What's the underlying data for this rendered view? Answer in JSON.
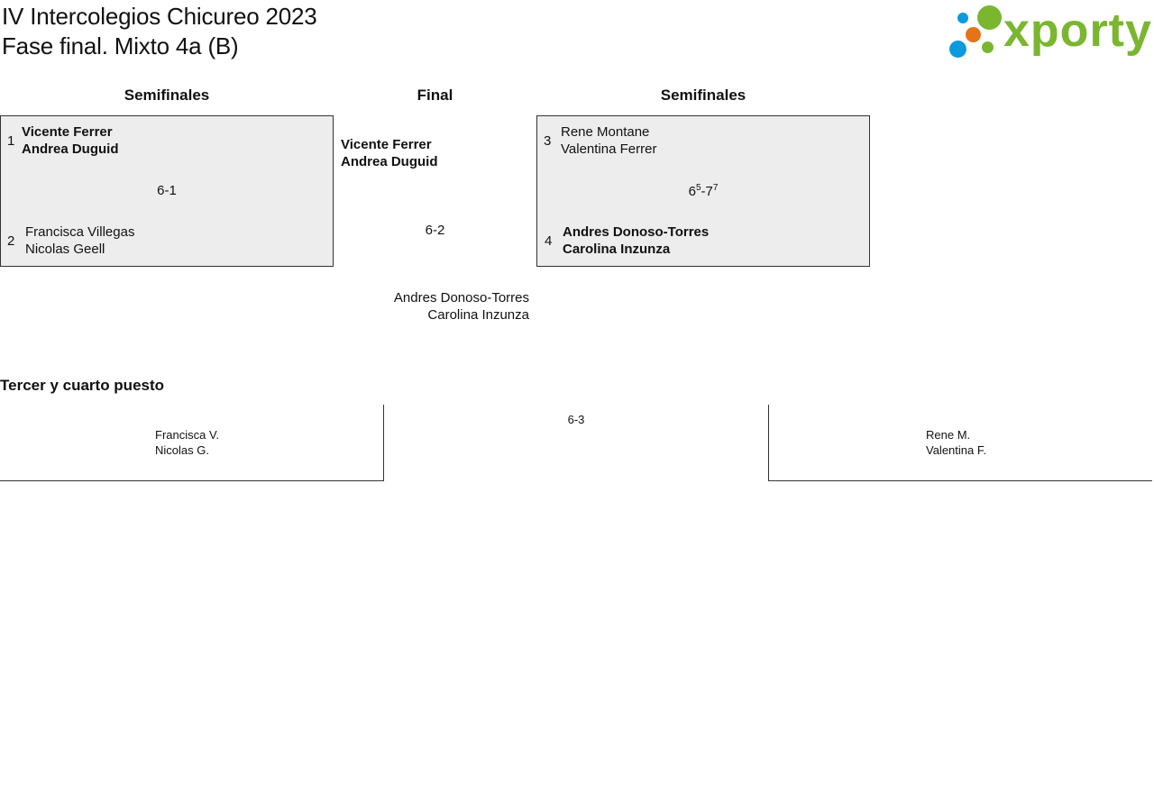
{
  "header": {
    "title_line1": "IV Intercolegios Chicureo 2023",
    "title_line2": "Fase final. Mixto 4a (B)",
    "logo_text": "xporty",
    "logo_colors": {
      "green": "#7ab630",
      "blue": "#0c9ade",
      "orange": "#e5731a"
    }
  },
  "columns": {
    "left_semis": "Semifinales",
    "final": "Final",
    "right_semis": "Semifinales"
  },
  "semifinal_left": {
    "top": {
      "seed": "1",
      "player1": "Vicente Ferrer",
      "player2": "Andrea Duguid",
      "winner": true
    },
    "score": "6-1",
    "bottom": {
      "seed": "2",
      "player1": "Francisca Villegas",
      "player2": "Nicolas Geell",
      "winner": false
    }
  },
  "semifinal_right": {
    "top": {
      "seed": "3",
      "player1": "Rene Montane",
      "player2": "Valentina Ferrer",
      "winner": false
    },
    "score": {
      "set1": "6",
      "set1_tb": "5",
      "sep": "-",
      "set2": "7",
      "set2_tb": "7"
    },
    "bottom": {
      "seed": "4",
      "player1": "Andres Donoso-Torres",
      "player2": "Carolina Inzunza",
      "winner": true
    }
  },
  "final": {
    "top": {
      "player1": "Vicente Ferrer",
      "player2": "Andrea Duguid"
    },
    "score": "6-2",
    "bottom": {
      "player1": "Andres Donoso-Torres",
      "player2": "Carolina Inzunza"
    }
  },
  "third_place": {
    "heading": "Tercer y cuarto puesto",
    "left": {
      "player1": "Francisca V.",
      "player2": "Nicolas G."
    },
    "score": "6-3",
    "right": {
      "player1": "Rene M.",
      "player2": "Valentina F."
    }
  }
}
